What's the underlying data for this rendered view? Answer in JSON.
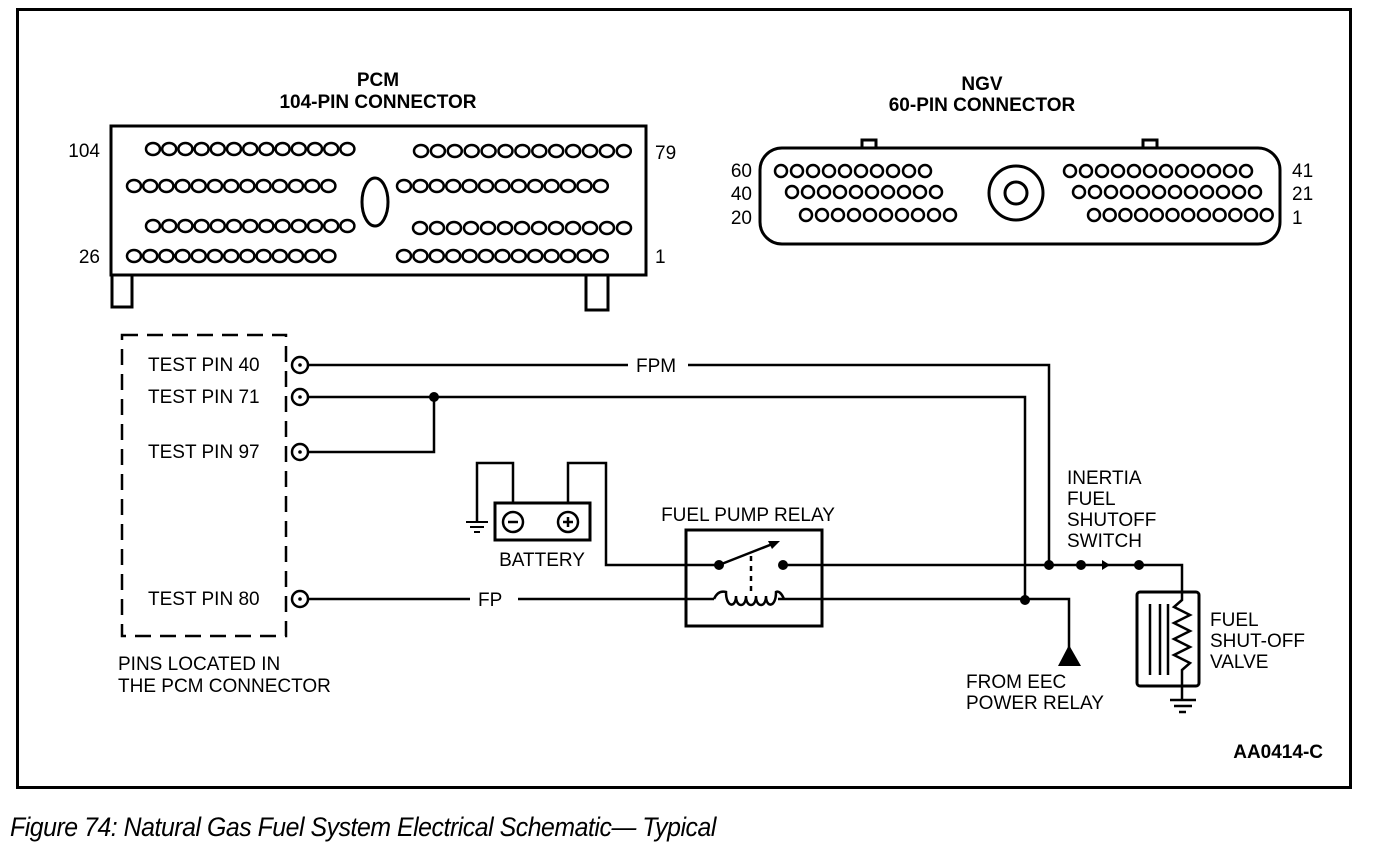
{
  "pcm_connector": {
    "title_line1": "PCM",
    "title_line2": "104-PIN CONNECTOR",
    "pin_labels": {
      "top_left": "104",
      "top_right": "79",
      "bottom_left": "26",
      "bottom_right": "1"
    },
    "rows": 4,
    "pins_per_row_side": 13
  },
  "ngv_connector": {
    "title_line1": "NGV",
    "title_line2": "60-PIN CONNECTOR",
    "pin_labels": {
      "row1_left": "60",
      "row2_left": "40",
      "row3_left": "20",
      "row1_right": "41",
      "row2_right": "21",
      "row3_right": "1"
    },
    "rows": 3
  },
  "test_pins": {
    "pin40": "TEST PIN 40",
    "pin71": "TEST PIN 71",
    "pin97": "TEST PIN 97",
    "pin80": "TEST PIN 80",
    "note_line1": "PINS LOCATED IN",
    "note_line2": "THE PCM CONNECTOR"
  },
  "wires": {
    "fpm": "FPM",
    "fp": "FP"
  },
  "components": {
    "battery": "BATTERY",
    "fuel_pump_relay": "FUEL PUMP RELAY",
    "inertia_line1": "INERTIA",
    "inertia_line2": "FUEL",
    "inertia_line3": "SHUTOFF",
    "inertia_line4": "SWITCH",
    "valve_line1": "FUEL",
    "valve_line2": "SHUT-OFF",
    "valve_line3": "VALVE",
    "eec_line1": "FROM EEC",
    "eec_line2": "POWER RELAY"
  },
  "figure_id": "AA0414-C",
  "caption": "Figure 74: Natural Gas Fuel System Electrical Schematic— Typical"
}
